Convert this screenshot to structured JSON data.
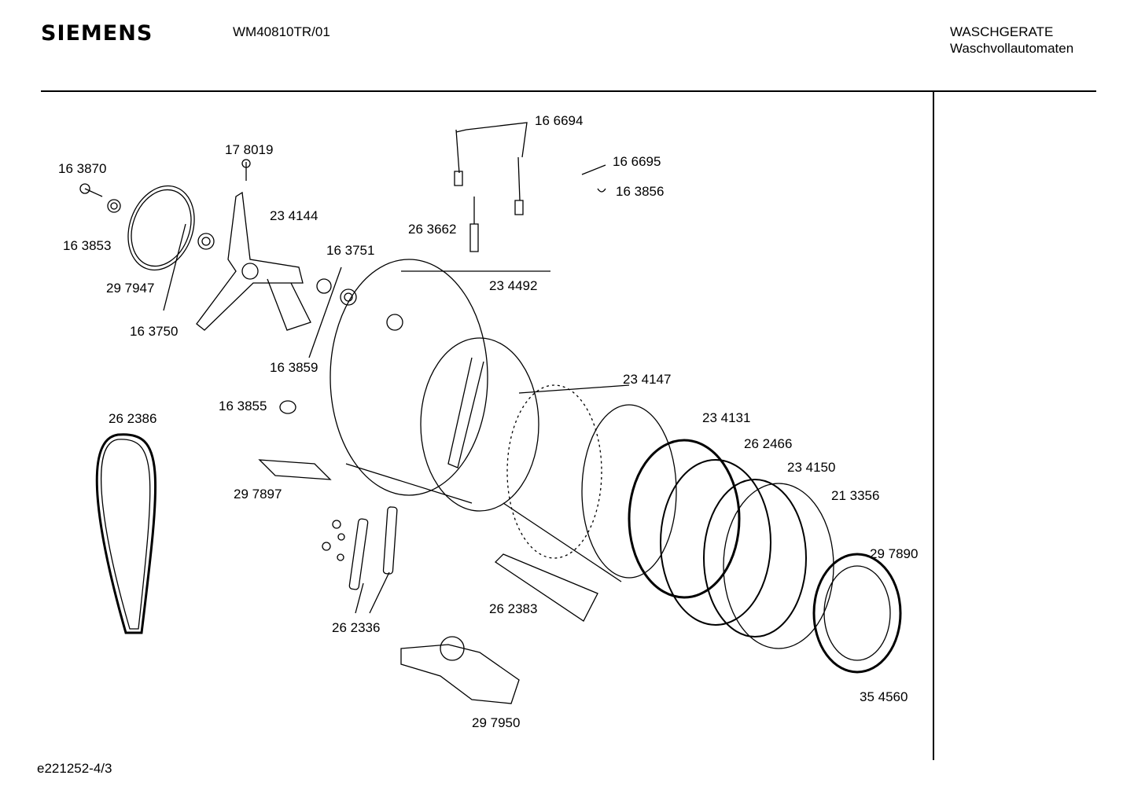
{
  "header": {
    "brand": "SIEMENS",
    "model": "WM40810TR/01",
    "category": "WASCHGERATE",
    "subcategory": "Waschvollautomaten"
  },
  "parts": [
    "16 6694",
    "17 8019",
    "16 3870",
    "16 6695",
    "16 3856",
    "23 4144",
    "26 3662",
    "16 3853",
    "16 3751",
    "29 7947",
    "23 4492",
    "16 3750",
    "16 3859",
    "23 4147",
    "16 3855",
    "26 2386",
    "23 4131",
    "26 2466",
    "23 4150",
    "29 7897",
    "21 3356",
    "29 7890",
    "26 2383",
    "26 2336",
    "35 4560",
    "29 7950"
  ],
  "footer": {
    "drawing_code": "e221252-4/3"
  }
}
